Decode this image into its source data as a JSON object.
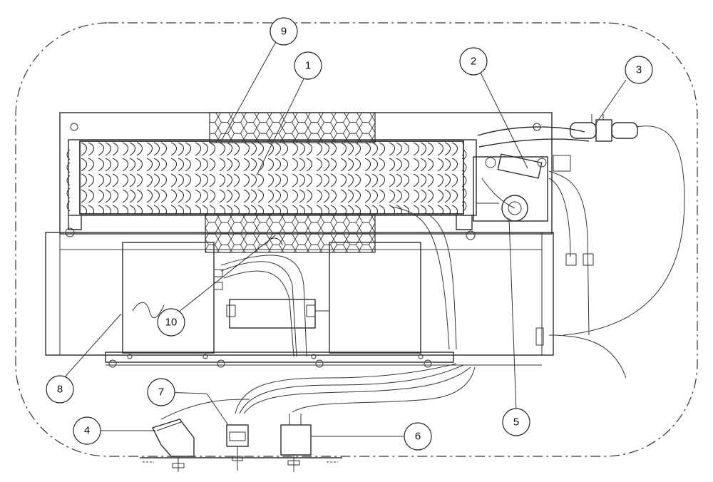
{
  "callouts": [
    {
      "id": "1",
      "label": "1"
    },
    {
      "id": "2",
      "label": "2"
    },
    {
      "id": "3",
      "label": "3"
    },
    {
      "id": "4",
      "label": "4"
    },
    {
      "id": "5",
      "label": "5"
    },
    {
      "id": "6",
      "label": "6"
    },
    {
      "id": "7",
      "label": "7"
    },
    {
      "id": "8",
      "label": "8"
    },
    {
      "id": "9",
      "label": "9"
    },
    {
      "id": "10",
      "label": "10"
    }
  ],
  "colors": {
    "line": "#2b2b2b",
    "background": "#ffffff"
  }
}
